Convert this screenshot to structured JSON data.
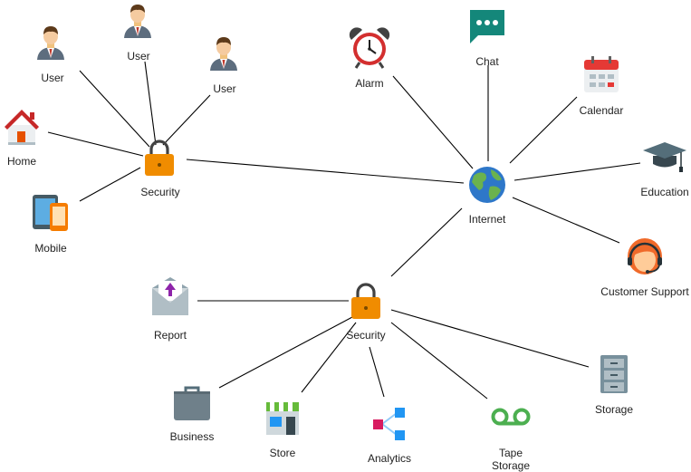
{
  "diagram": {
    "nodes": {
      "user_1": "User",
      "user_2": "User",
      "user_3": "User",
      "home": "Home",
      "mobile": "Mobile",
      "security_top": "Security",
      "alarm": "Alarm",
      "chat": "Chat",
      "calendar": "Calendar",
      "education": "Education",
      "internet": "Internet",
      "customer_support": "Customer Support",
      "report": "Report",
      "security_bottom": "Security",
      "storage": "Storage",
      "business": "Business",
      "store": "Store",
      "analytics": "Analytics",
      "tape_storage_line1": "Tape",
      "tape_storage_line2": "Storage"
    },
    "edges": [
      [
        "security_top",
        "user_1"
      ],
      [
        "security_top",
        "user_2"
      ],
      [
        "security_top",
        "user_3"
      ],
      [
        "security_top",
        "home"
      ],
      [
        "security_top",
        "mobile"
      ],
      [
        "security_top",
        "internet"
      ],
      [
        "internet",
        "alarm"
      ],
      [
        "internet",
        "chat"
      ],
      [
        "internet",
        "calendar"
      ],
      [
        "internet",
        "education"
      ],
      [
        "internet",
        "customer_support"
      ],
      [
        "internet",
        "security_bottom"
      ],
      [
        "security_bottom",
        "report"
      ],
      [
        "security_bottom",
        "business"
      ],
      [
        "security_bottom",
        "store"
      ],
      [
        "security_bottom",
        "analytics"
      ],
      [
        "security_bottom",
        "tape_storage"
      ],
      [
        "security_bottom",
        "storage"
      ]
    ],
    "icons": {
      "user": "user-icon",
      "home": "home-icon",
      "mobile": "mobile-devices-icon",
      "security": "padlock-icon",
      "alarm": "alarm-clock-icon",
      "chat": "chat-bubble-icon",
      "calendar": "calendar-icon",
      "education": "graduation-cap-icon",
      "internet": "globe-icon",
      "customer_support": "support-agent-icon",
      "report": "report-envelope-icon",
      "storage": "file-cabinet-icon",
      "business": "briefcase-icon",
      "store": "storefront-icon",
      "analytics": "analytics-nodes-icon",
      "tape_storage": "tape-reel-icon"
    },
    "colors": {
      "padlock": "#F08C00",
      "alarm_red": "#D32F2F",
      "chat_teal": "#14877A",
      "calendar_red": "#E53935",
      "education_slate": "#455A64",
      "globe_blue": "#2E77C9",
      "globe_green": "#6BB24E",
      "support_orange": "#F06A2A",
      "report_gray": "#B0BEC5",
      "report_purple": "#8E24AA",
      "storage_gray": "#78909C",
      "business_gray": "#6F808A",
      "store_green": "#66BB3A",
      "analytics_blue": "#2196F3",
      "analytics_pink": "#D81B60",
      "tape_green": "#4CAF50",
      "home_red": "#C62828",
      "mobile_dark": "#455A64",
      "mobile_orange": "#F57C00"
    }
  }
}
